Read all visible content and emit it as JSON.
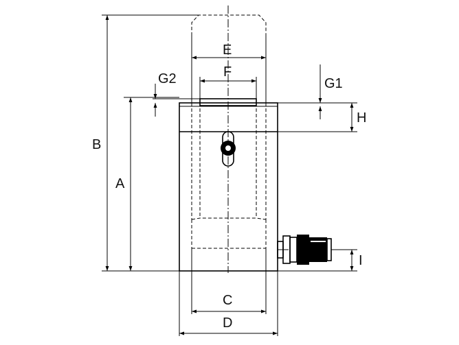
{
  "diagram": {
    "labels": {
      "A": "A",
      "B": "B",
      "C": "C",
      "D": "D",
      "E": "E",
      "F": "F",
      "G1": "G1",
      "G2": "G2",
      "H": "H",
      "I": "I"
    }
  }
}
